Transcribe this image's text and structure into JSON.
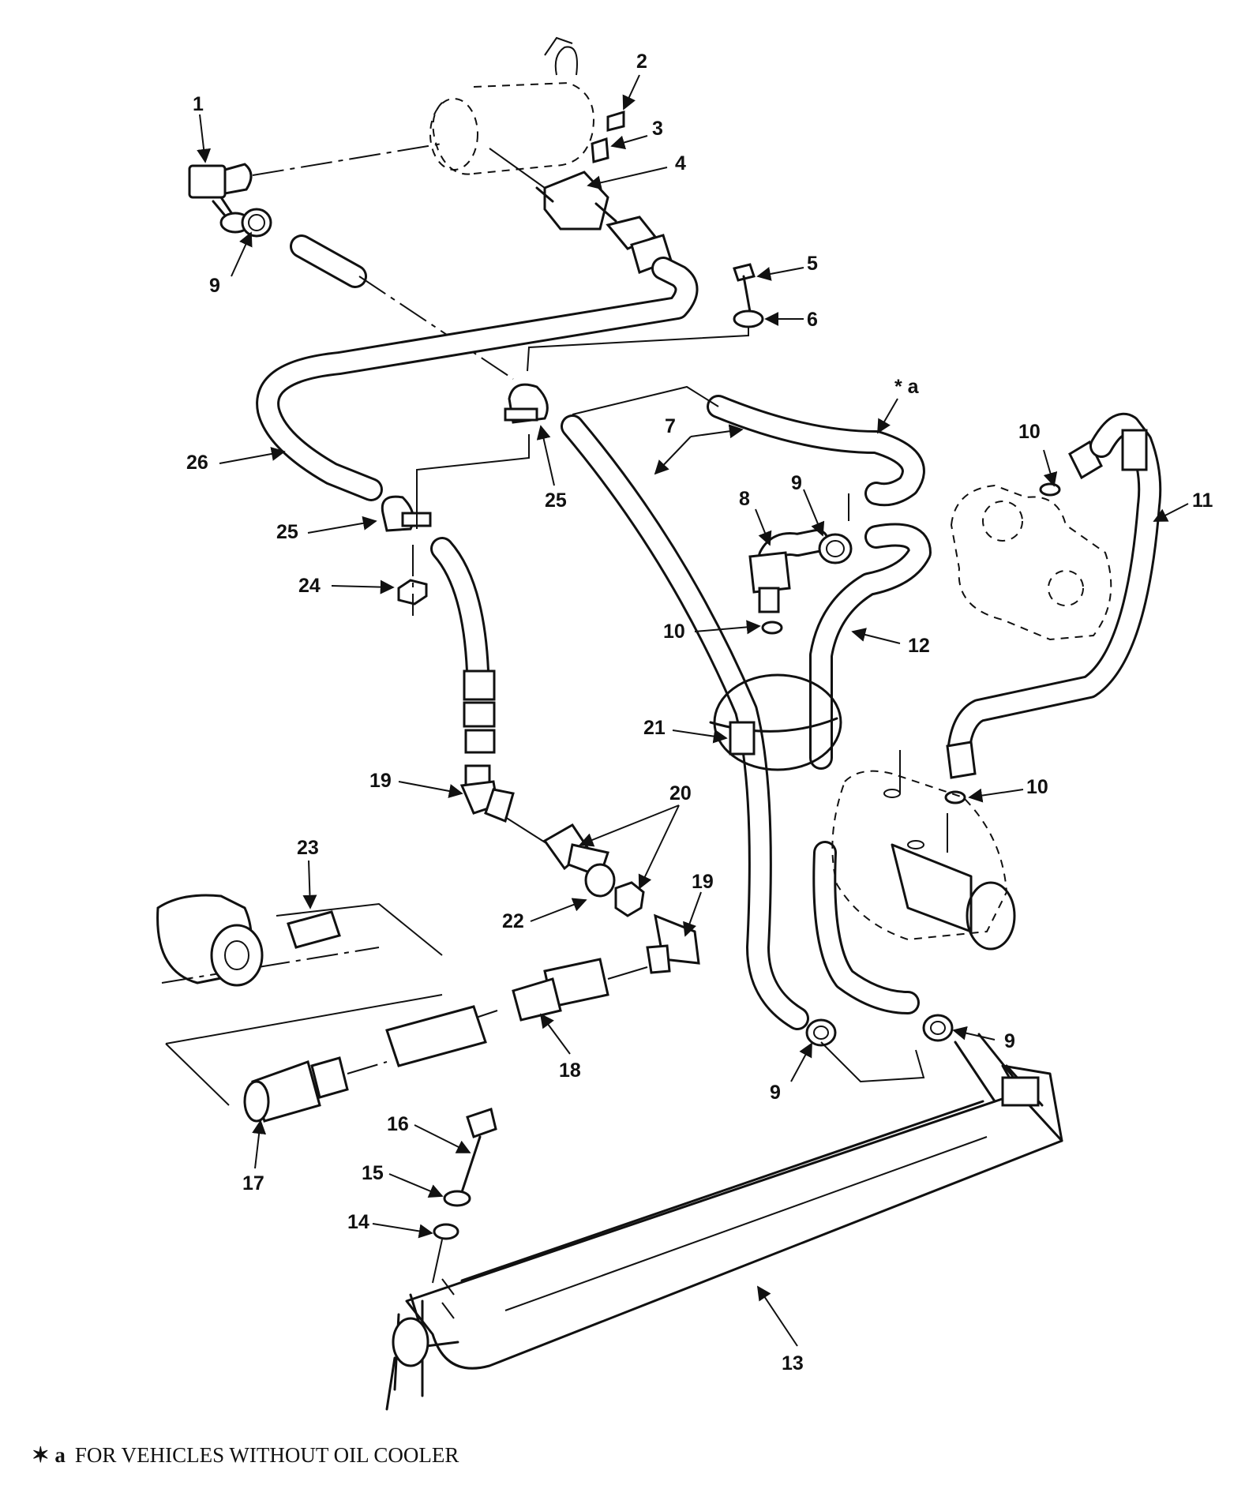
{
  "diagram": {
    "callouts": {
      "c1": "1",
      "c2": "2",
      "c3": "3",
      "c4": "4",
      "c5": "5",
      "c6": "6",
      "c7": "7",
      "c8": "8",
      "c9a": "9",
      "c9b": "9",
      "c9c": "9",
      "c9d": "9",
      "c10a": "10",
      "c10b": "10",
      "c10c": "10",
      "c11": "11",
      "c12": "12",
      "c13": "13",
      "c14": "14",
      "c15": "15",
      "c16": "16",
      "c17": "17",
      "c18": "18",
      "c19a": "19",
      "c19b": "19",
      "c20": "20",
      "c21": "21",
      "c22": "22",
      "c23": "23",
      "c24": "24",
      "c25a": "25",
      "c25b": "25",
      "c26": "26",
      "ca": "* a"
    }
  },
  "footnote": {
    "marker": "✶ a",
    "text": "FOR VEHICLES WITHOUT OIL COOLER"
  }
}
